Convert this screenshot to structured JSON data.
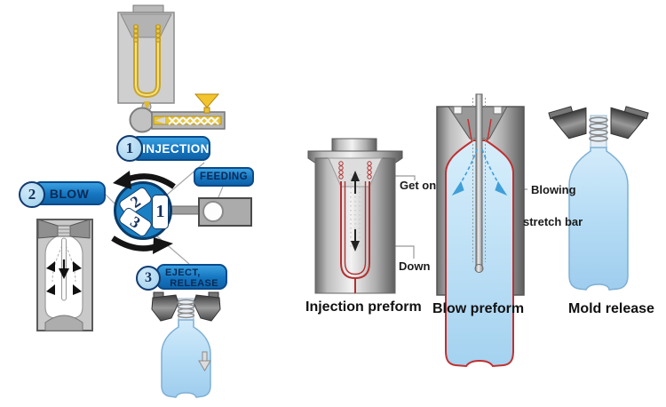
{
  "left_flow": {
    "step_injection": {
      "number": "1",
      "label": "INJECTION"
    },
    "step_blow": {
      "number": "2",
      "label": "BLOW"
    },
    "step_eject": {
      "number": "3",
      "line1": "EJECT,",
      "line2": "RELEASE"
    },
    "feeding_label": "FEEDING",
    "turret": {
      "pos1": "1",
      "pos2": "2",
      "pos3": "3"
    }
  },
  "right_diagrams": {
    "injection_preform": {
      "title": "Injection preform",
      "get_on": "Get on",
      "down": "Down"
    },
    "blow_preform": {
      "title": "Blow preform",
      "blowing": "Blowing",
      "stretch_bar": "stretch bar"
    },
    "mold_release": {
      "title": "Mold release"
    }
  },
  "colors": {
    "label_pill_blue": "#1575c0",
    "label_pill_border": "#0a4a8a",
    "badge_light_blue": "#a8d8f0",
    "navy_text": "#0b2a55",
    "turret_blue": "#1b7fc4",
    "melt_yellow": "#e6c43a",
    "preform_red": "#b23030",
    "bottle_blue": "#b5dcf5",
    "blow_arrow_blue": "#3f9fd8"
  }
}
